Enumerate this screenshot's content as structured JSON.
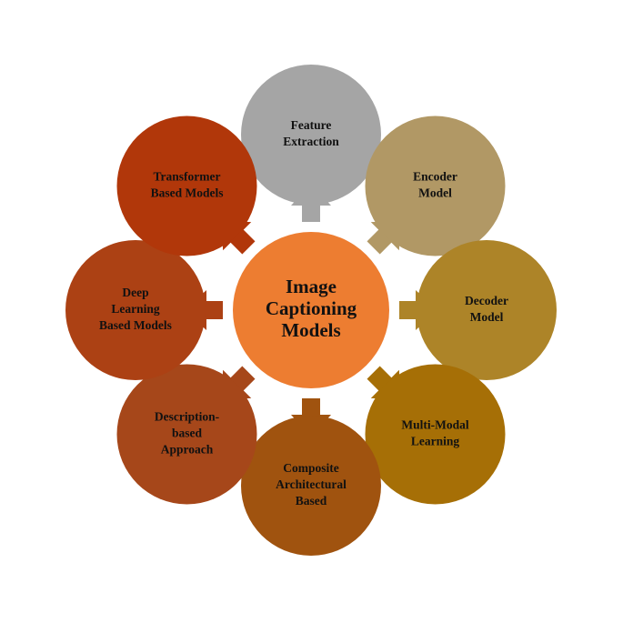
{
  "diagram": {
    "center": {
      "lines": [
        "Image",
        "Captioning",
        "Models"
      ],
      "color": "#ED7D31"
    },
    "nodes": [
      {
        "id": "feature-extraction",
        "lines": [
          "Feature",
          "Extraction"
        ],
        "color": "#A5A5A5"
      },
      {
        "id": "encoder-model",
        "lines": [
          "Encoder",
          "Model"
        ],
        "color": "#B19865"
      },
      {
        "id": "decoder-model",
        "lines": [
          "Decoder",
          "Model"
        ],
        "color": "#AD8428"
      },
      {
        "id": "multi-modal-learning",
        "lines": [
          "Multi-Modal",
          "Learning"
        ],
        "color": "#A66F06"
      },
      {
        "id": "composite-architectural-based",
        "lines": [
          "Composite",
          "Architectural",
          "Based"
        ],
        "color": "#A0530F"
      },
      {
        "id": "description-based-approach",
        "lines": [
          "Description-",
          "based",
          "Approach"
        ],
        "color": "#A6471A"
      },
      {
        "id": "deep-learning-based-models",
        "lines": [
          "Deep",
          "Learning",
          "Based Models"
        ],
        "color": "#AC4114"
      },
      {
        "id": "transformer-based-models",
        "lines": [
          "Transformer",
          "Based Models"
        ],
        "color": "#B1370A"
      }
    ]
  }
}
